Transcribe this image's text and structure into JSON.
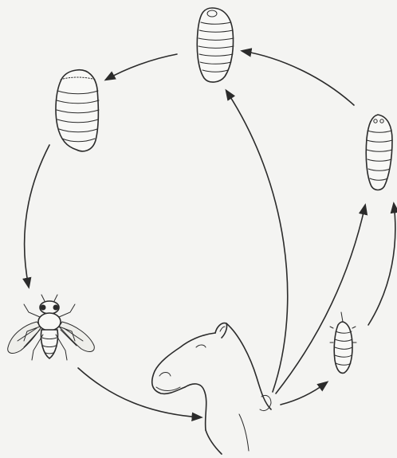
{
  "diagram": {
    "stages": [
      {
        "id": "adult",
        "icon": "botfly-adult-icon"
      },
      {
        "id": "host",
        "icon": "horse-head-icon"
      },
      {
        "id": "larva1",
        "icon": "first-instar-larva-icon"
      },
      {
        "id": "larva2",
        "icon": "second-instar-larva-icon"
      },
      {
        "id": "larva3",
        "icon": "third-instar-larva-icon"
      },
      {
        "id": "pupa",
        "icon": "pupa-icon"
      }
    ],
    "ink_color": "#2b2b2b",
    "background_color": "#f4f4f2"
  }
}
